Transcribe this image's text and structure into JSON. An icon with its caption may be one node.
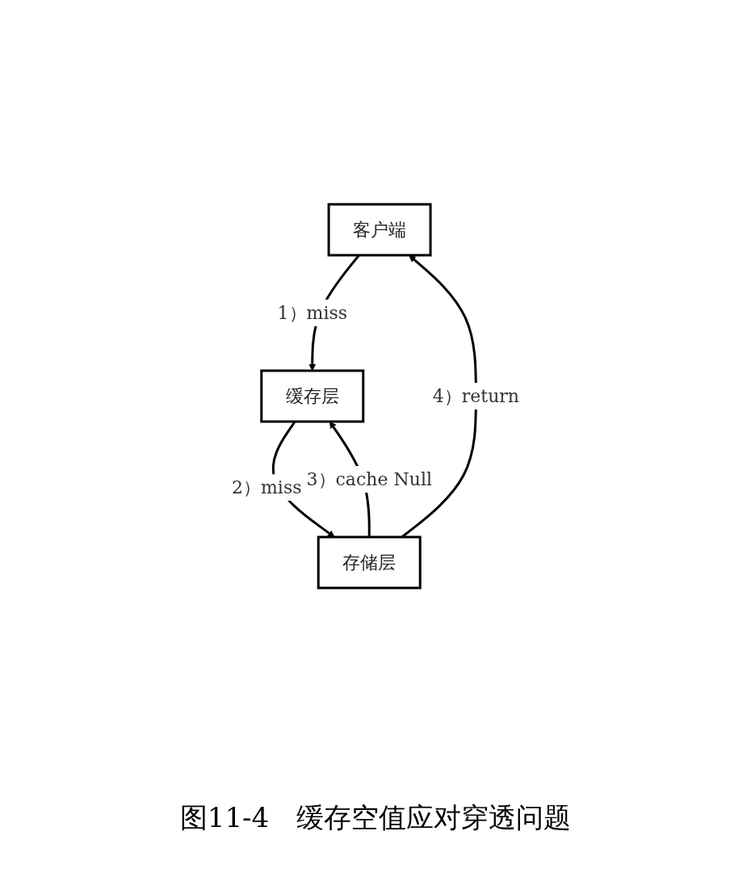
{
  "diagram": {
    "caption": "图11-4　缓存空值应对穿透问题",
    "nodes": [
      {
        "text": [
          "客户端"
        ]
      },
      {
        "text": [
          "缓存层"
        ]
      },
      {
        "text": [
          "存储层"
        ]
      }
    ],
    "edges": [
      {
        "from": 0,
        "to": 1,
        "arrow": "to",
        "label": "1）miss"
      },
      {
        "from": 1,
        "to": 2,
        "arrow": "to",
        "label": "2）miss"
      },
      {
        "from": 2,
        "to": 1,
        "arrow": "to",
        "label": "3）cache Null"
      },
      {
        "from": 2,
        "to": 0,
        "arrow": "to",
        "label": "4）return"
      }
    ]
  }
}
